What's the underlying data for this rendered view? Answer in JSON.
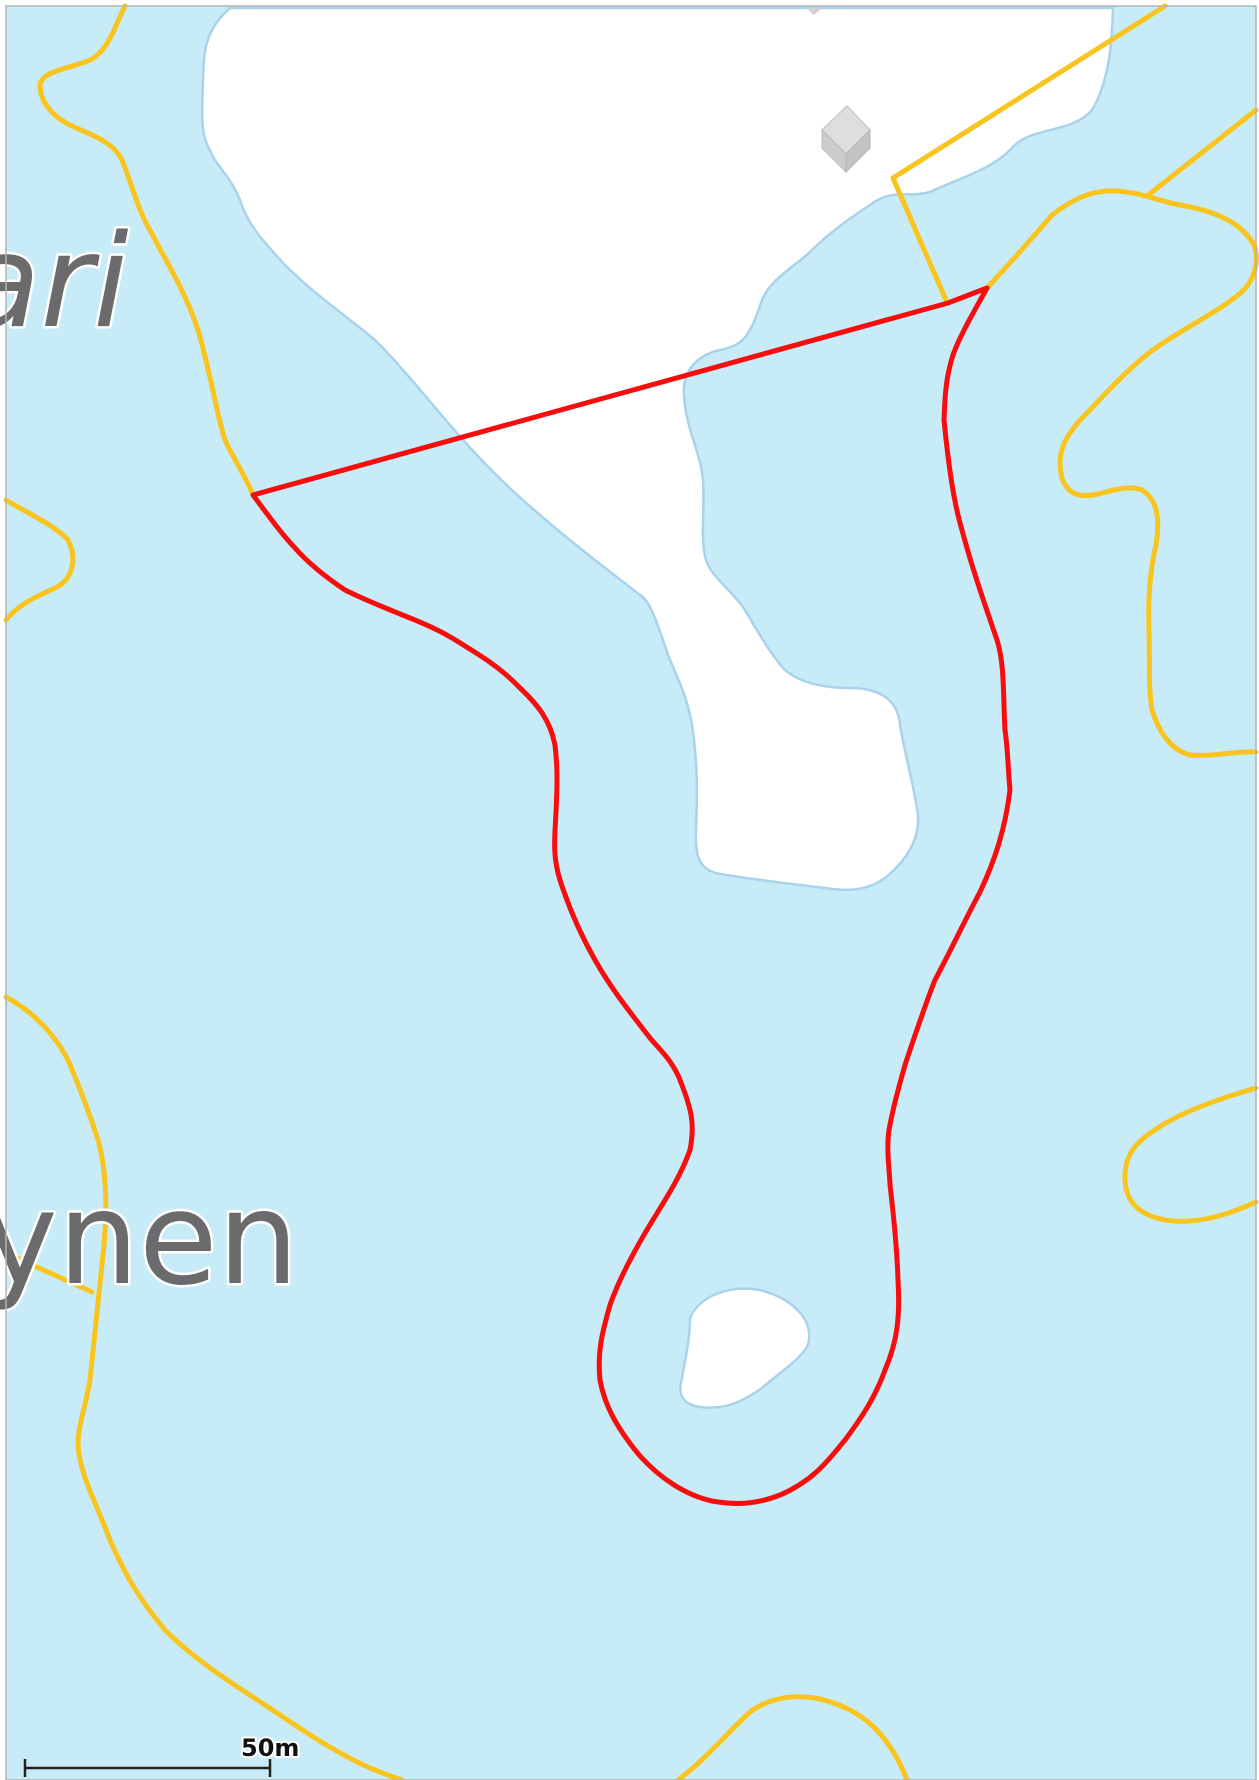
{
  "map": {
    "place_labels": [
      "ari",
      "ynen"
    ],
    "scale_bar": {
      "label": "50m"
    },
    "colors": {
      "water": "#c8ebf8",
      "land": "#ffffff",
      "shoreline": "#a9d2ec",
      "boundary_yellow": "#f9c41e",
      "highlight_red": "#f70d0d",
      "label_text": "#6b6b6d",
      "building": "#d9d9d9",
      "frame": "#b3b3b3"
    }
  }
}
